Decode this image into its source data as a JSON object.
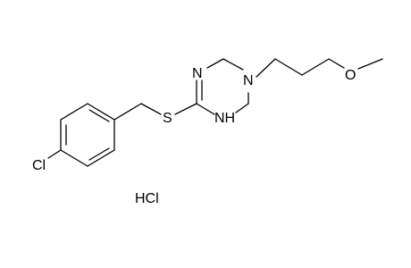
{
  "molecule": {
    "atom_labels": {
      "chlorine": "Cl",
      "sulfur": "S",
      "ring_nitrogen_imine": "N",
      "ring_nitrogen_amine": "NH",
      "ring_nitrogen_tertiary": "N",
      "ether_oxygen": "O"
    }
  },
  "salt": {
    "label": "HCl"
  },
  "colors": {
    "bond": "#000000",
    "text": "#000000",
    "background": "#ffffff"
  }
}
